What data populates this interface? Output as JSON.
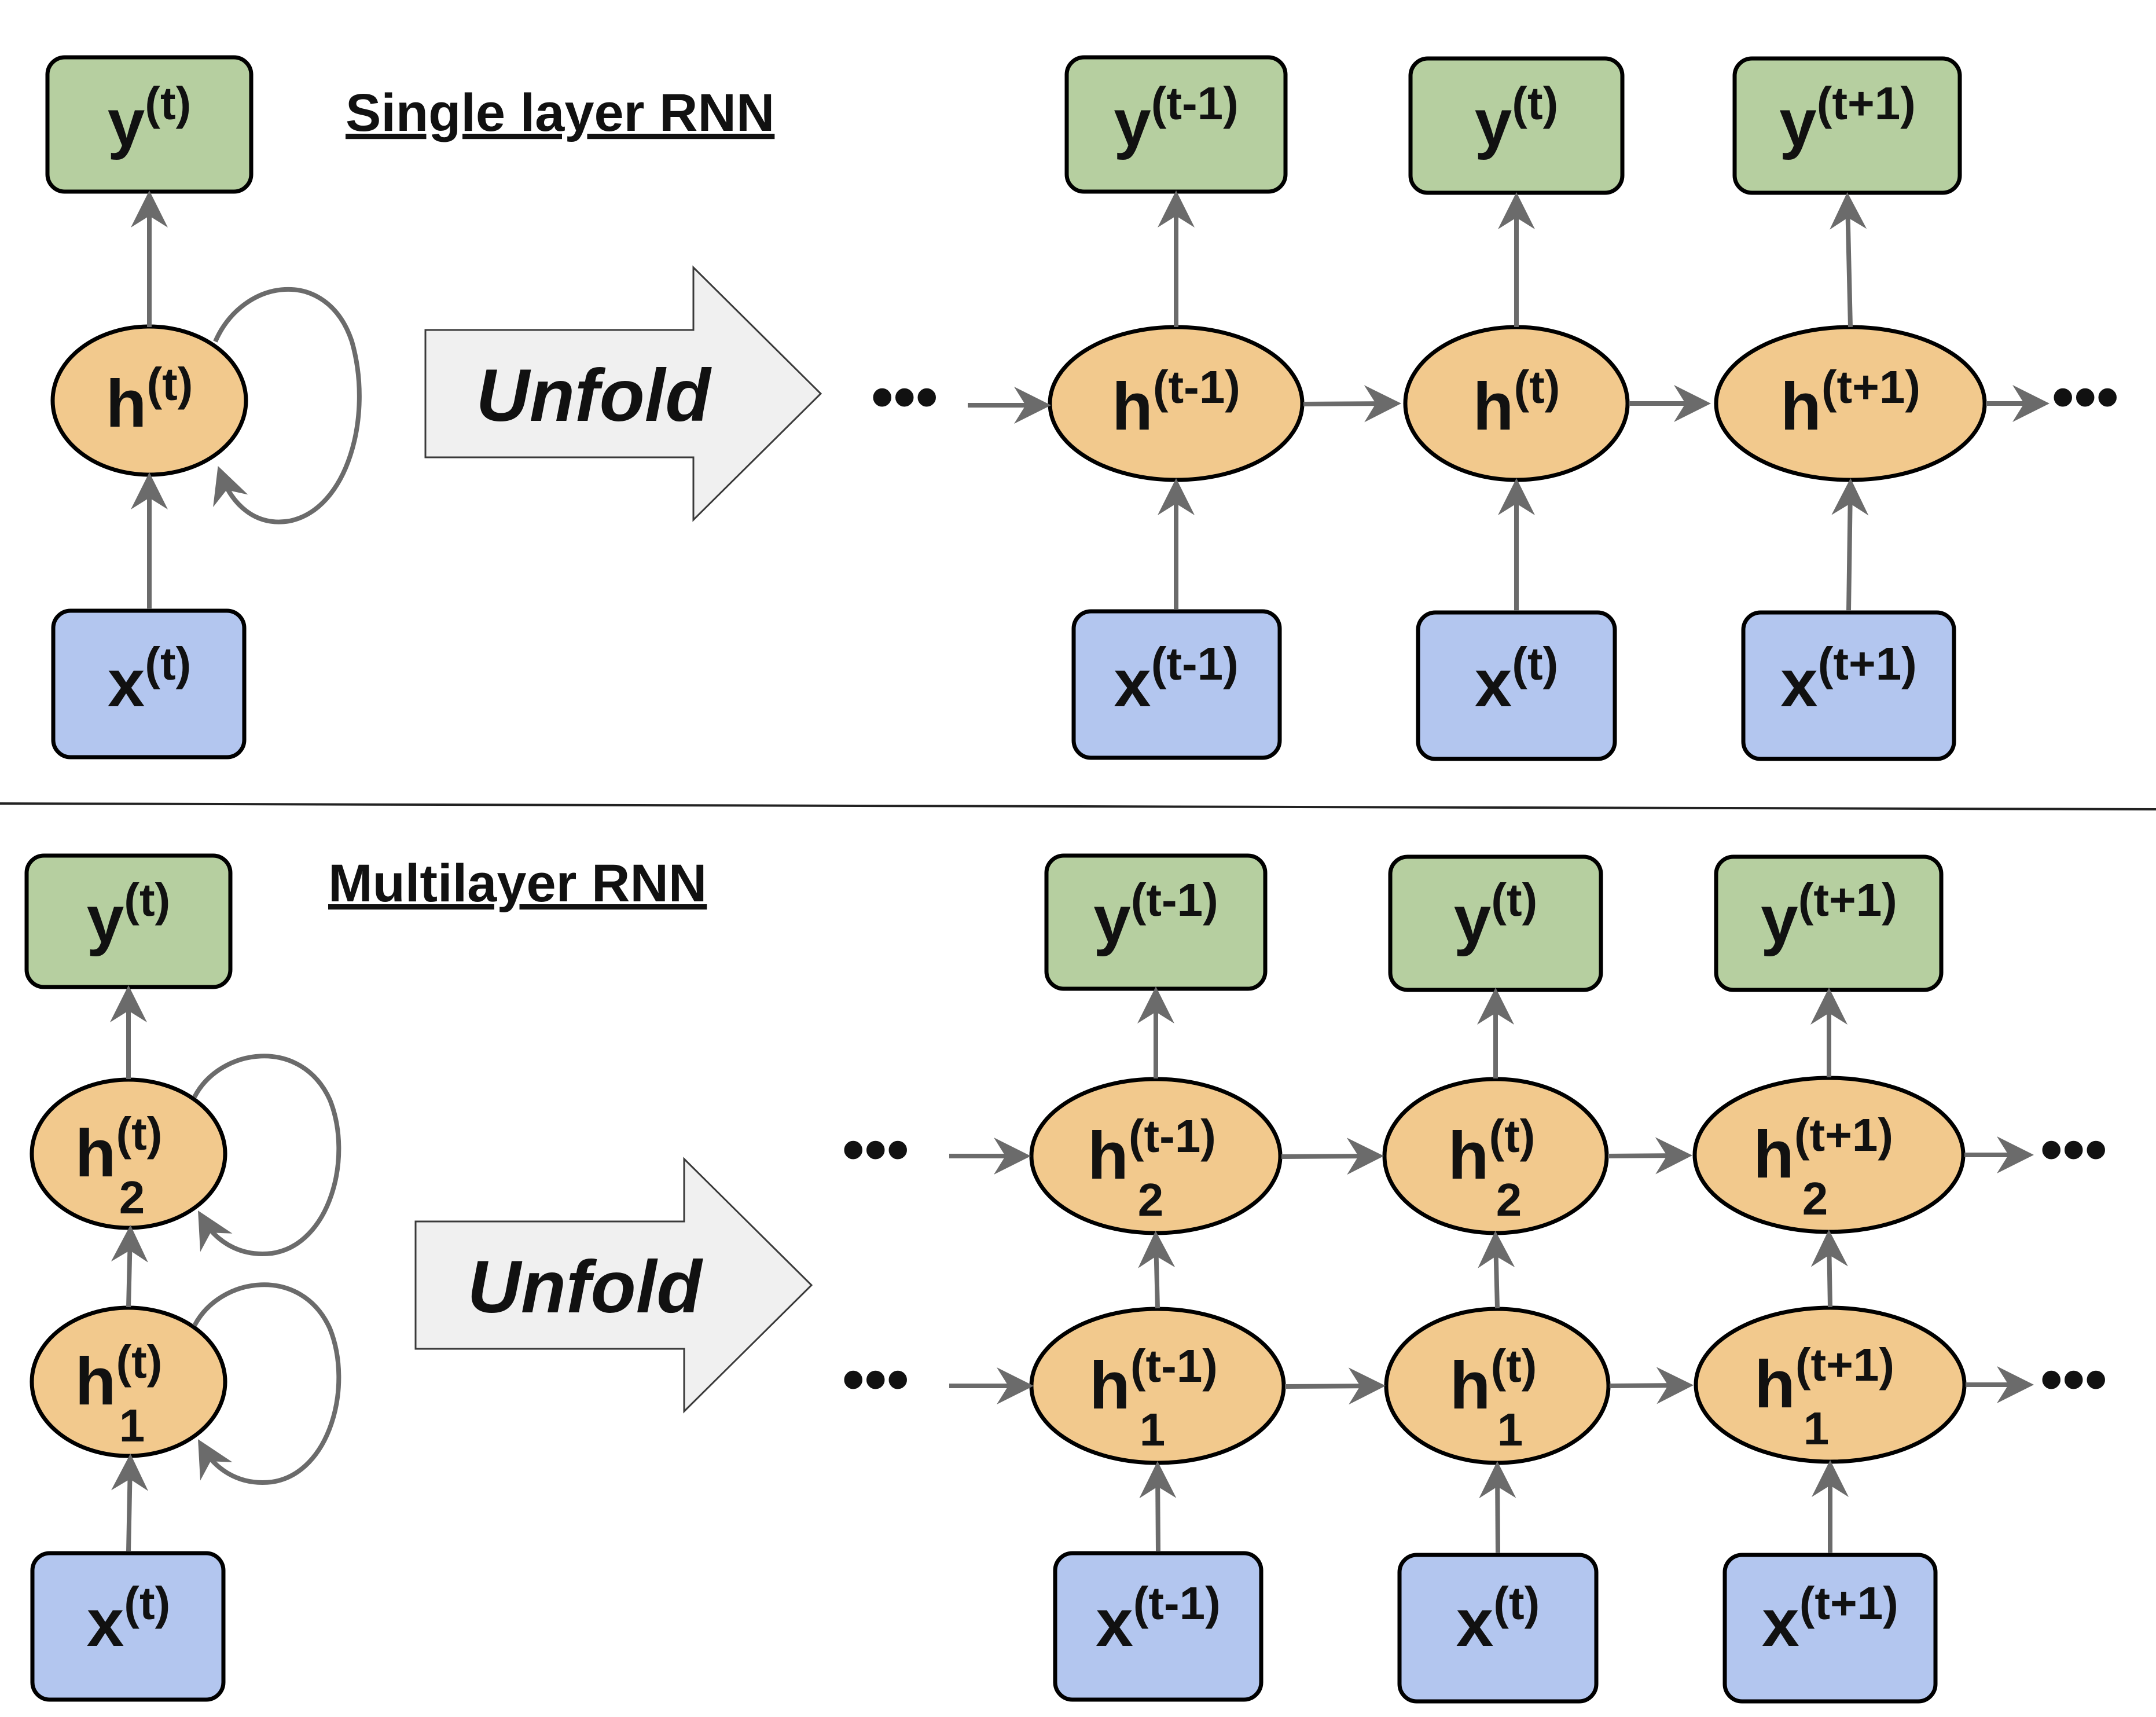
{
  "sections": {
    "single": {
      "title": "Single layer RNN",
      "unfold_label": "Unfold"
    },
    "multi": {
      "title": "Multilayer RNN",
      "unfold_label": "Unfold"
    }
  },
  "ellipsis": "•••",
  "labels": {
    "y_t": {
      "main": "y",
      "sup": "(t)"
    },
    "y_tm1": {
      "main": "y",
      "sup": "(t-1)"
    },
    "y_tp1": {
      "main": "y",
      "sup": "(t+1)"
    },
    "x_t": {
      "main": "x",
      "sup": "(t)"
    },
    "x_tm1": {
      "main": "x",
      "sup": "(t-1)"
    },
    "x_tp1": {
      "main": "x",
      "sup": "(t+1)"
    },
    "h_t": {
      "main": "h",
      "sup": "(t)"
    },
    "h_tm1": {
      "main": "h",
      "sup": "(t-1)"
    },
    "h_tp1": {
      "main": "h",
      "sup": "(t+1)"
    },
    "h2_t": {
      "main": "h",
      "sup": "(t)",
      "sub": "2"
    },
    "h2_tm1": {
      "main": "h",
      "sup": "(t-1)",
      "sub": "2"
    },
    "h2_tp1": {
      "main": "h",
      "sup": "(t+1)",
      "sub": "2"
    },
    "h1_t": {
      "main": "h",
      "sup": "(t)",
      "sub": "1"
    },
    "h1_tm1": {
      "main": "h",
      "sup": "(t-1)",
      "sub": "1"
    },
    "h1_tp1": {
      "main": "h",
      "sup": "(t+1)",
      "sub": "1"
    }
  },
  "colors": {
    "output_node": "#b6cfa0",
    "input_node": "#b3c6ef",
    "hidden_node": "#f2c98d",
    "edge": "#6b6b6b"
  }
}
